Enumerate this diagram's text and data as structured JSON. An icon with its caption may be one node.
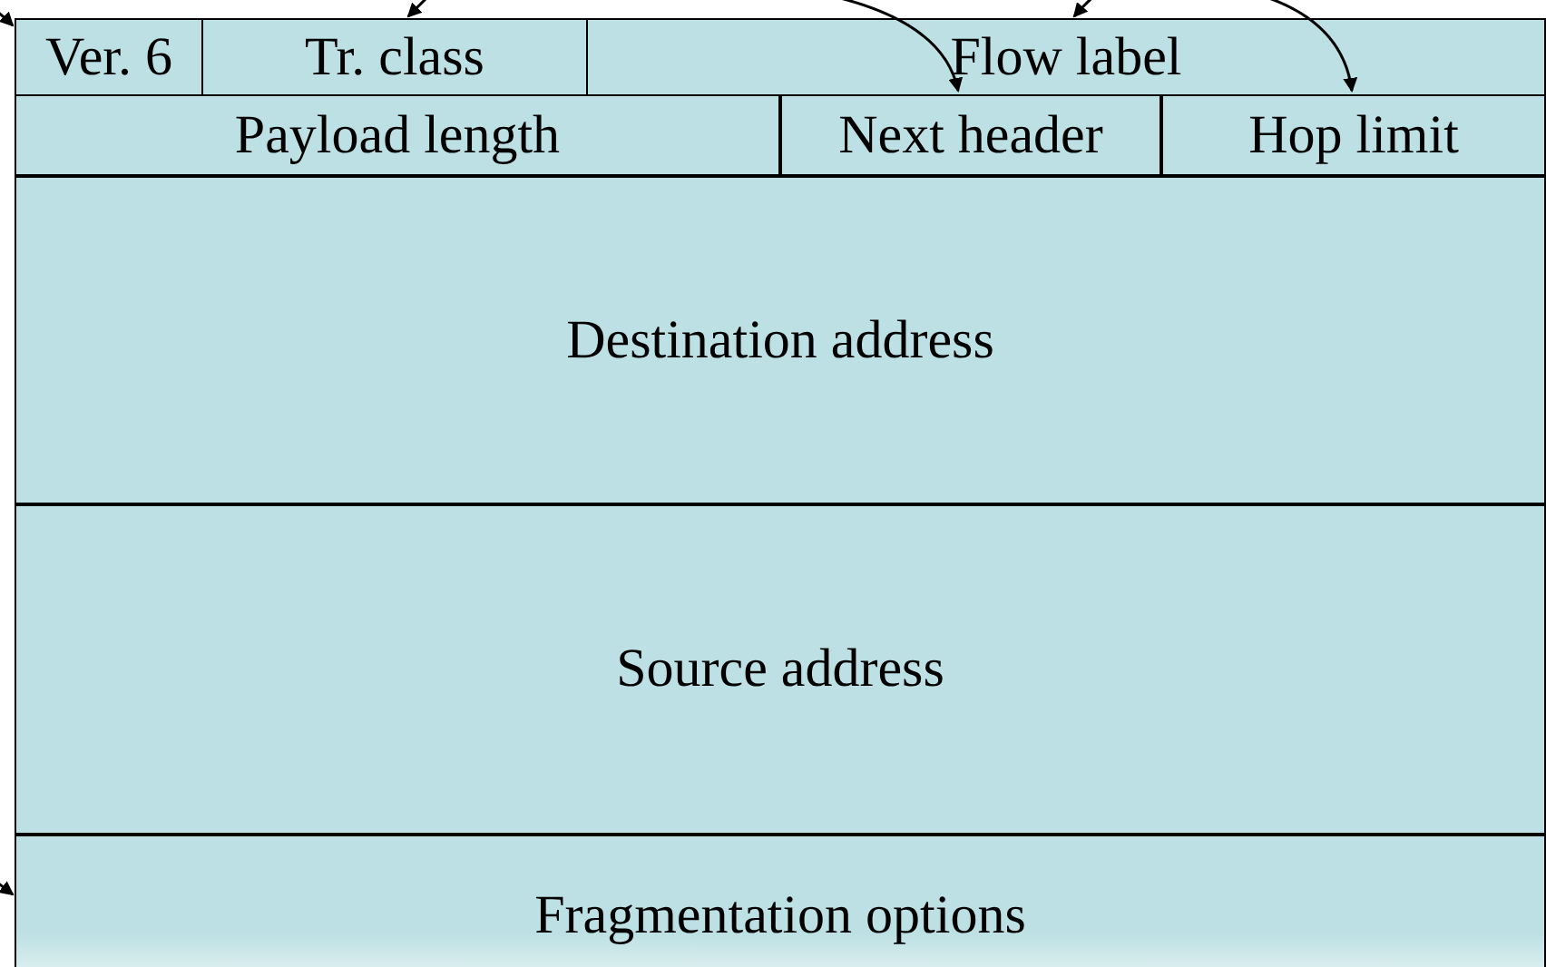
{
  "diagram": {
    "nodes": [
      {
        "text": [
          "Ver. 6"
        ]
      },
      {
        "text": [
          "Tr. class"
        ]
      },
      {
        "text": [
          "Flow label"
        ]
      },
      {
        "text": [
          "Payload length"
        ]
      },
      {
        "text": [
          "Next header"
        ]
      },
      {
        "text": [
          "Hop limit"
        ]
      },
      {
        "text": [
          "Destination address"
        ]
      },
      {
        "text": [
          "Source address"
        ]
      },
      {
        "text": [
          "Fragmentation options"
        ]
      }
    ],
    "edges": [
      {
        "from": null,
        "to": 1,
        "arrow": "to"
      },
      {
        "from": null,
        "to": 4,
        "arrow": "to"
      },
      {
        "from": null,
        "to": 2,
        "arrow": "to"
      },
      {
        "from": null,
        "to": 5,
        "arrow": "to"
      },
      {
        "from": null,
        "to": 0,
        "arrow": "to"
      },
      {
        "from": null,
        "to": 8,
        "arrow": "to"
      }
    ]
  }
}
